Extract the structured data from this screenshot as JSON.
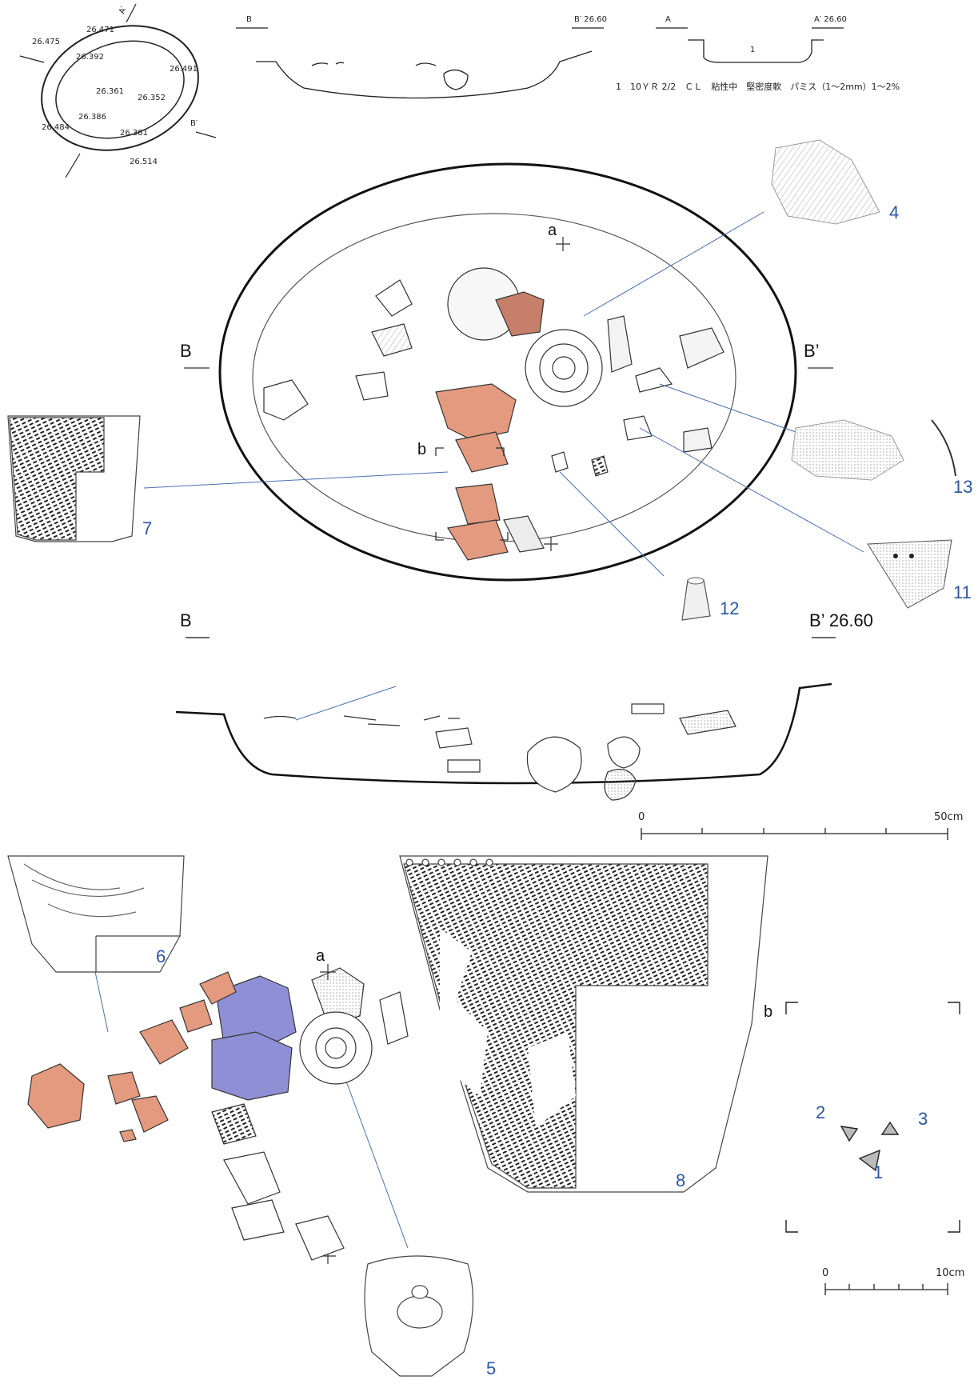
{
  "plan_elevations": [
    "26.471",
    "26.475",
    "26.392",
    "26.491",
    "26.361",
    "26.352",
    "26.386",
    "26.484",
    "26.381",
    "26.514"
  ],
  "section_labels": {
    "b": "B",
    "b_prime_level": "B′ 26.60",
    "a": "A",
    "a_prime_level": "A′ 26.60",
    "a_prime_small": "A′",
    "b_prime_small": "B′",
    "layer_no": "1"
  },
  "soil_note": "1　10ＹＲ 2/2　ＣＬ　粘性中　堅密度軟　パミス（1～2mm）1～2%",
  "main_plan": {
    "label_B": "B",
    "label_Bp": "B’",
    "point_a": "a",
    "point_b": "b",
    "finds": [
      "4",
      "7",
      "13",
      "11",
      "12"
    ]
  },
  "main_section": {
    "label_B": "B",
    "label_Bp_level": "B’ 26.60"
  },
  "scale_50": {
    "zero": "0",
    "end": "50cm"
  },
  "detail": {
    "point_a": "a",
    "finds": [
      "6",
      "8",
      "5"
    ]
  },
  "inset_b": {
    "label_b": "b",
    "finds": [
      "2",
      "3",
      "1"
    ]
  },
  "scale_10": {
    "zero": "0",
    "end": "10cm"
  },
  "colors": {
    "orange_sherds": "#e39a7e",
    "blue_sherds": "#8f8fd6",
    "leader": "#4a6fb0",
    "number": "#2a56a8"
  }
}
